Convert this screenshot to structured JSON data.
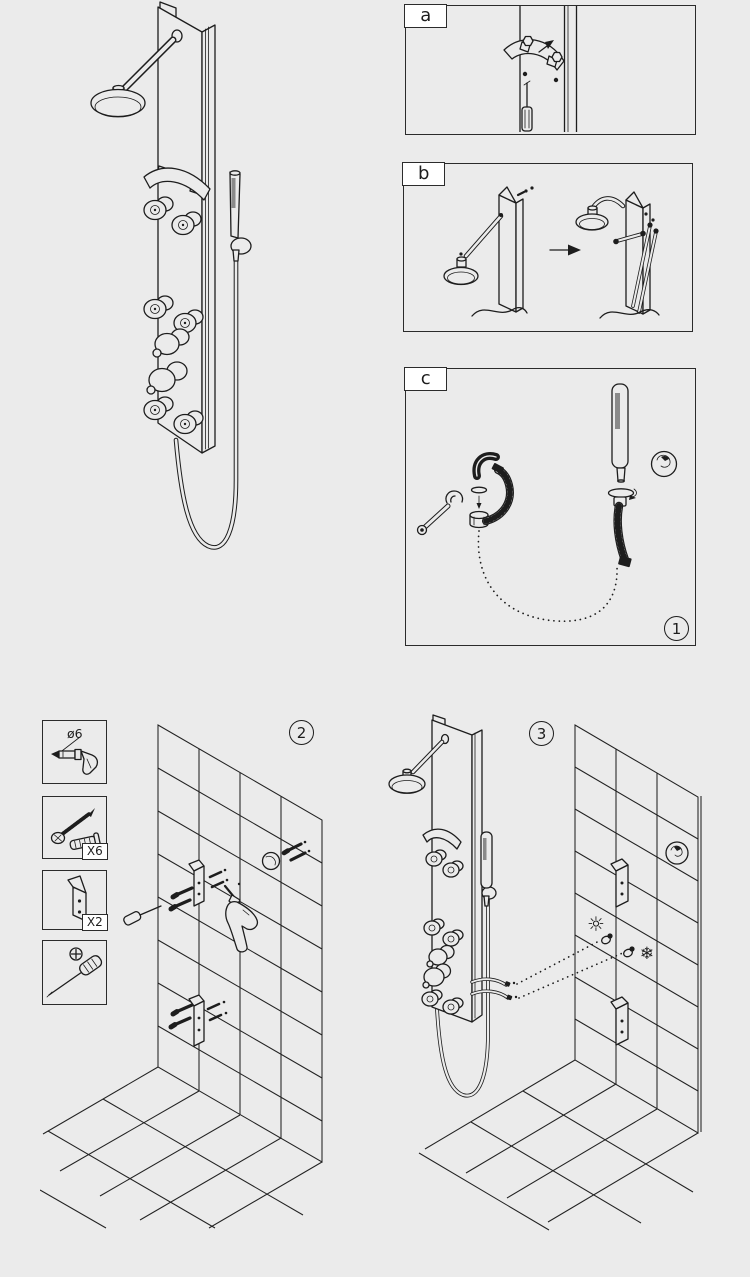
{
  "page": {
    "background_color": "#ebebeb",
    "line_color": "#1d1d1d"
  },
  "inset_panels": {
    "a_label": "a",
    "b_label": "b",
    "c_label": "c"
  },
  "step_markers": {
    "step_1": "1",
    "step_2": "2",
    "step_3": "3"
  },
  "parts_list": {
    "drill_bit_diameter_label": "ø6",
    "screw_anchor_quantity_label": "X6",
    "bracket_quantity_label": "X2"
  },
  "wall_markings": {
    "hot_water_icon": "☼",
    "cold_water_icon": "❄"
  }
}
